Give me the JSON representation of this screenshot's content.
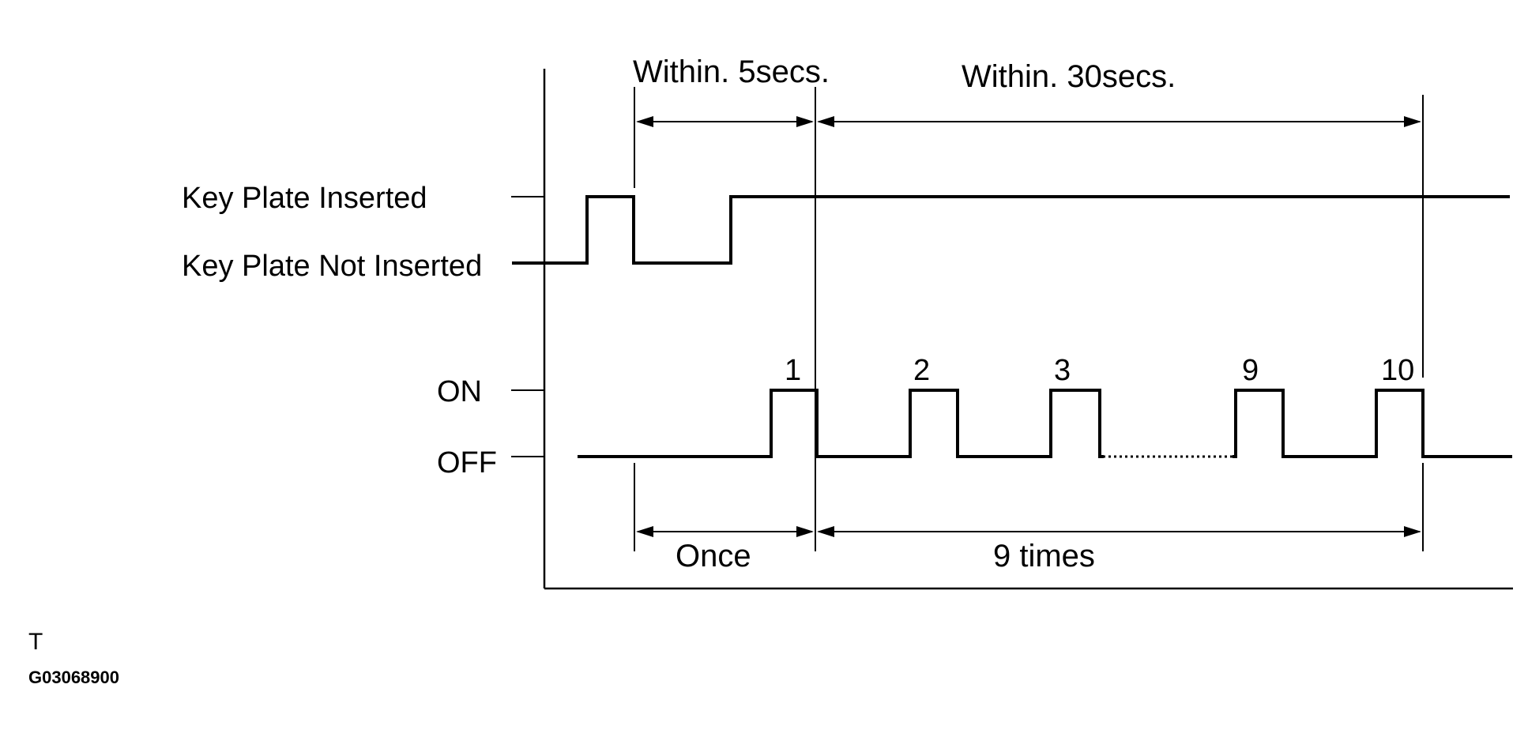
{
  "intervals": {
    "top_first": "Within. 5secs.",
    "top_second": "Within. 30secs.",
    "bottom_first": "Once",
    "bottom_second": "9 times"
  },
  "key_plate_signal": {
    "high_label": "Key Plate Inserted",
    "low_label": "Key Plate Not Inserted"
  },
  "switch_signal": {
    "high_label": "ON",
    "low_label": "OFF",
    "pulse_numbers": [
      "1",
      "2",
      "3",
      "9",
      "10"
    ]
  },
  "footer": {
    "letter": "T",
    "figure_code": "G03068900"
  }
}
